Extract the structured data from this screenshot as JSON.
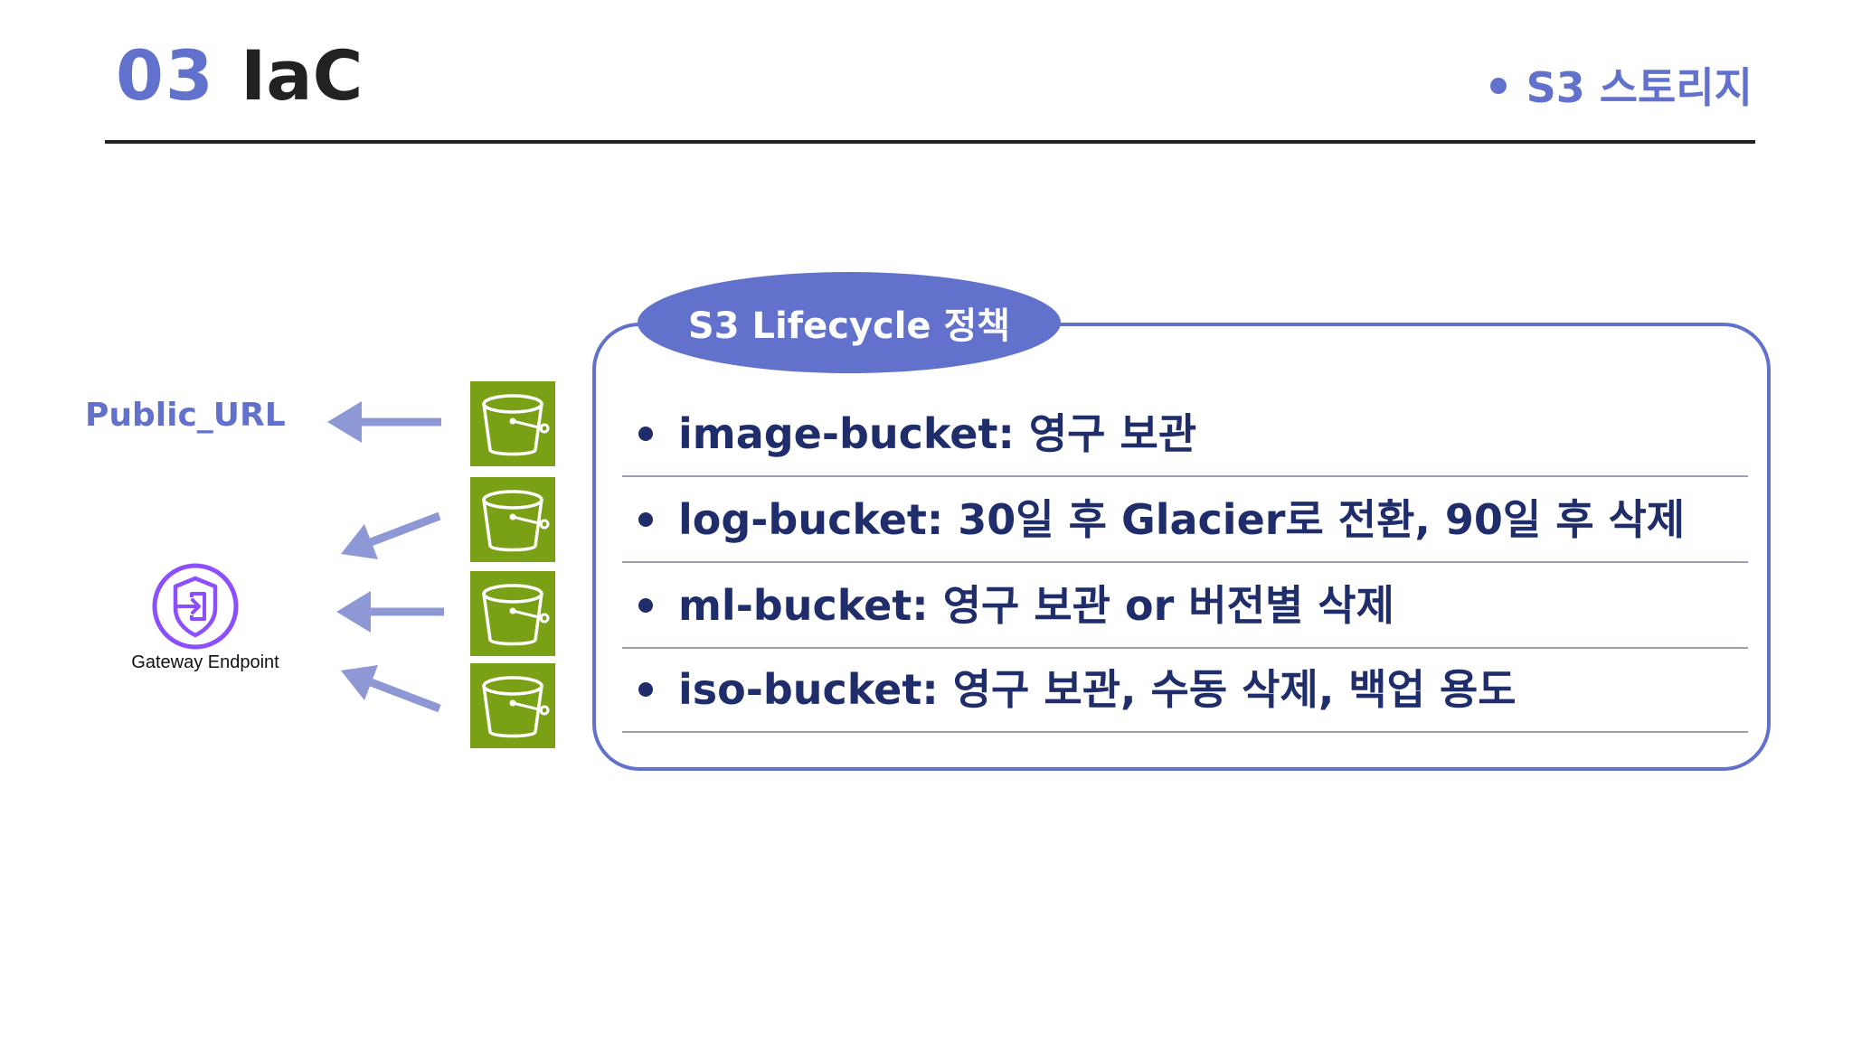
{
  "header": {
    "section_number": "03",
    "section_title": "IaC",
    "section_tag": "S3 스토리지"
  },
  "left": {
    "public_url_label": "Public_URL",
    "gateway_label": "Gateway Endpoint",
    "gateway_icon": "gateway-endpoint-icon"
  },
  "buckets": [
    {
      "icon": "s3-bucket-icon",
      "color": "#7aa116"
    },
    {
      "icon": "s3-bucket-icon",
      "color": "#7aa116"
    },
    {
      "icon": "s3-bucket-icon",
      "color": "#7aa116"
    },
    {
      "icon": "s3-bucket-icon",
      "color": "#7aa116"
    }
  ],
  "lifecycle": {
    "title": "S3 Lifecycle 정책",
    "items": [
      "image-bucket: 영구 보관",
      "log-bucket: 30일 후 Glacier로 전환, 90일 후 삭제",
      "ml-bucket: 영구 보관 or 버전별 삭제",
      "iso-bucket: 영구 보관, 수동 삭제, 백업 용도"
    ]
  },
  "colors": {
    "accent": "#6272cc",
    "arrow": "#8e98d4",
    "text_dark": "#1f2e6b",
    "bucket_green": "#7aa116",
    "gateway_purple": "#8c4fff"
  }
}
